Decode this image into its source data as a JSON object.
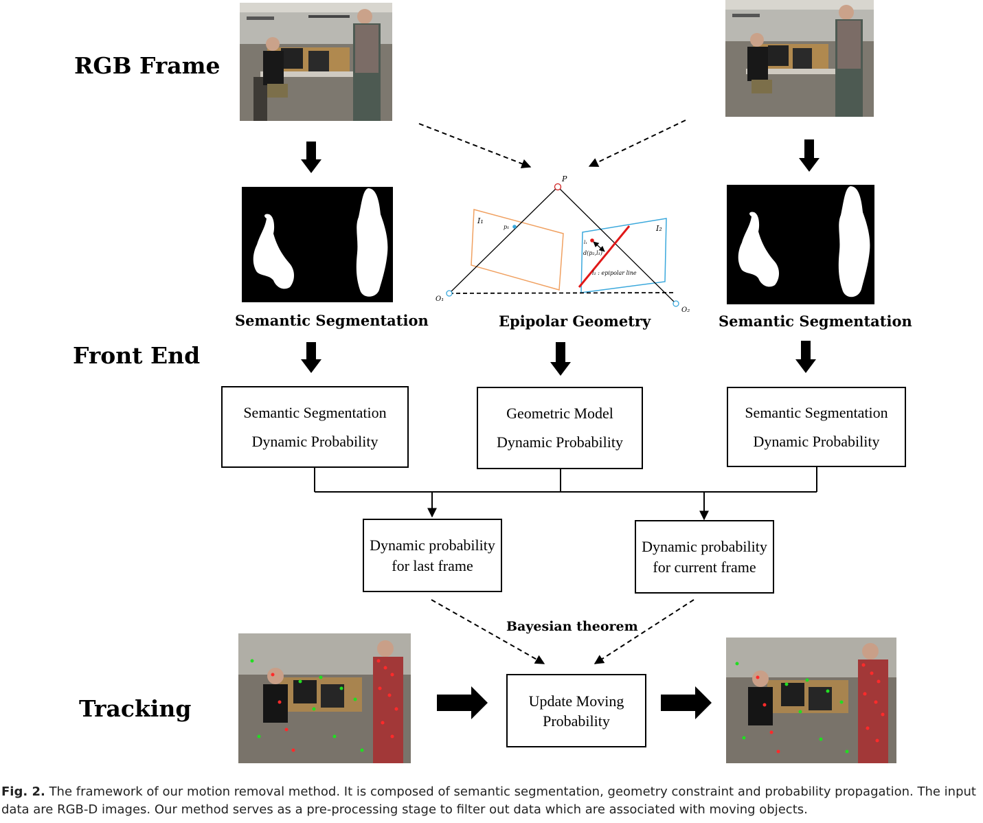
{
  "rows": {
    "rgb_frame": "RGB Frame",
    "front_end": "Front End",
    "tracking": "Tracking"
  },
  "captions": {
    "seg_left": "Semantic Segmentation",
    "epipolar": "Epipolar Geometry",
    "seg_right": "Semantic Segmentation",
    "bayesian": "Bayesian theorem"
  },
  "boxes": {
    "seg_prob_left": [
      "Semantic Segmentation",
      "Dynamic Probability"
    ],
    "geo_prob": [
      "Geometric Model",
      "Dynamic Probability"
    ],
    "seg_prob_right": [
      "Semantic Segmentation",
      "Dynamic Probability"
    ],
    "last_frame": [
      "Dynamic probability",
      "for last frame"
    ],
    "current_frame": [
      "Dynamic probability",
      "for current frame"
    ],
    "update": [
      "Update Moving",
      "Probability"
    ]
  },
  "epipolar_labels": {
    "P": "P",
    "I1": "I₁",
    "I2": "I₂",
    "p1": "p₁",
    "l1": "l₁",
    "distance": "d(p₂,l₁)",
    "epiline": "l₁ : epipolar line",
    "O1": "O₁",
    "O2": "O₂"
  },
  "figure_caption": {
    "number": "Fig. 2.",
    "text": "The framework of our motion removal method. It is composed of semantic segmentation, geometry constraint and probability propagation. The input data are RGB-D images. Our method serves as a pre-processing stage to filter out data which are associated with moving objects."
  },
  "colors": {
    "plane_left": "#f0a060",
    "plane_right": "#3aa8dc",
    "epipolar_line": "#e01818",
    "feature_dynamic": "#ff2a2a",
    "feature_static": "#22dd22"
  }
}
